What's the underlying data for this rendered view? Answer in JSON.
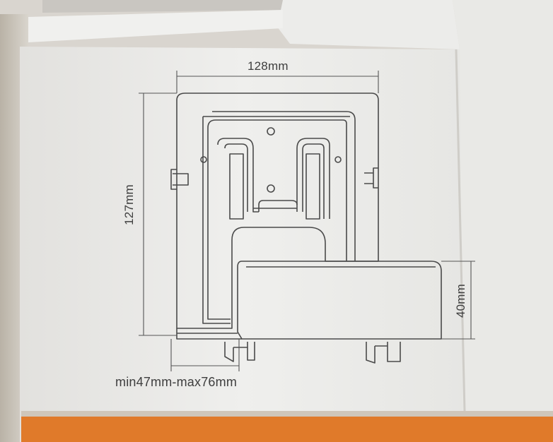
{
  "photo": {
    "subject": "product-packaging-box",
    "colors": {
      "box_face": "#eeeeec",
      "box_shadow": "#d6d4d0",
      "line_art": "#4a4a4a",
      "orange_stripe": "#e07a2a",
      "background": "#d8d4ce"
    }
  },
  "dimensions": {
    "width": "128mm",
    "height": "127mm",
    "shelf_depth": "40mm",
    "adjustable_range": "min47mm-max76mm"
  }
}
